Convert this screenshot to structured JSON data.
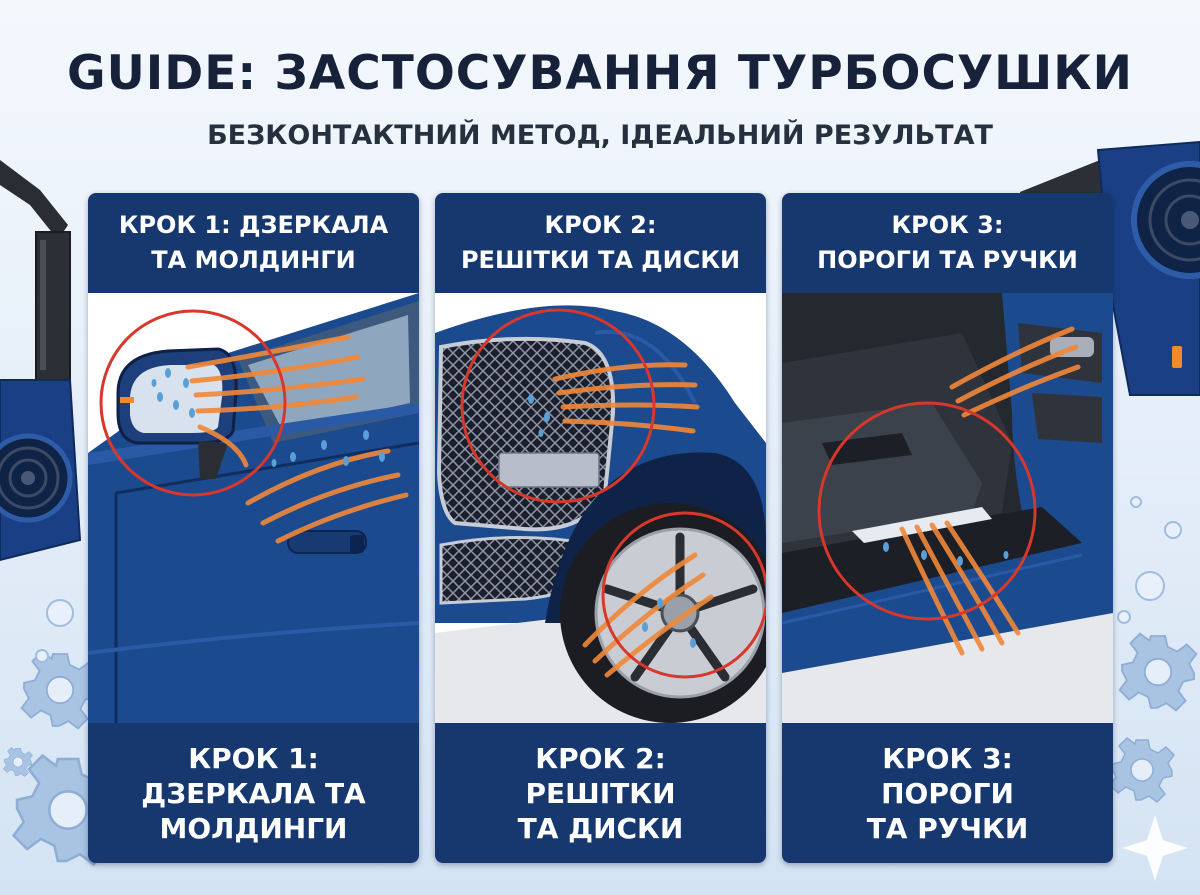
{
  "header": {
    "title": "GUIDE: ЗАСТОСУВАННЯ ТУРБОСУШКИ",
    "subtitle": "БЕЗКОНТАКТНИЙ МЕТОД, ІДЕАЛЬНИЙ РЕЗУЛЬТАТ"
  },
  "colors": {
    "panel": "#17386f",
    "title": "#17223a",
    "highlight_circle": "#d8372c",
    "air_flow": "#f0883a",
    "car_body": "#1c4a8e",
    "blower": "#1a3f85",
    "gear": "#a9c3e2"
  },
  "steps": [
    {
      "header": [
        "КРОК 1: ДЗЕРКАЛА",
        "ТА МОЛДИНГИ"
      ],
      "footer": [
        "КРОК 1:",
        "ДЗЕРКАЛА ТА",
        "МОЛДИНГИ"
      ],
      "illustration": "car-side-mirror-illustration"
    },
    {
      "header": [
        "КРОК 2:",
        "РЕШІТКИ ТА ДИСКИ"
      ],
      "footer": [
        "КРОК 2:",
        "РЕШІТКИ",
        "ТА ДИСКИ"
      ],
      "illustration": "car-grille-wheel-illustration"
    },
    {
      "header": [
        "КРОК 3:",
        "ПОРОГИ ТА РУЧКИ"
      ],
      "footer": [
        "КРОК 3:",
        "ПОРОГИ",
        "ТА РУЧКИ"
      ],
      "illustration": "car-door-sill-illustration"
    }
  ],
  "decorations": [
    "blower-icon",
    "gear-icon",
    "bubble-icon",
    "sparkle-icon"
  ]
}
